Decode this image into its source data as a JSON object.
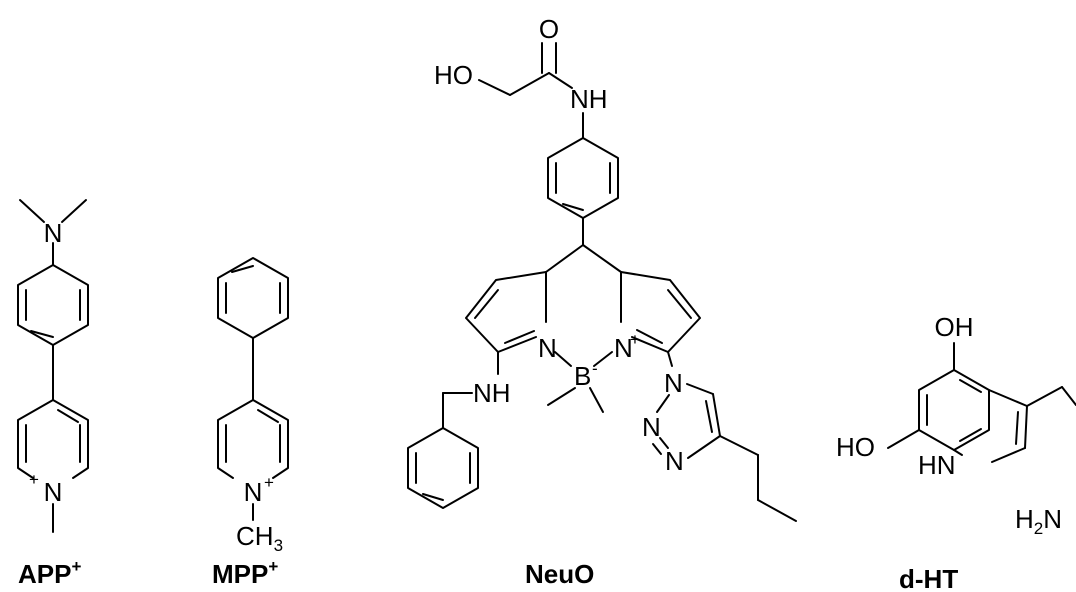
{
  "compounds": {
    "app": {
      "name": "APP",
      "charge": "+",
      "atoms": {
        "n_dimethyl": "N",
        "n_ring": "N",
        "n_ring_charge": "+"
      }
    },
    "mpp": {
      "name": "MPP",
      "charge": "+",
      "atoms": {
        "n_ring": "N",
        "n_ring_charge": "+",
        "methyl": "CH",
        "methyl_sub": "3"
      }
    },
    "neuo": {
      "name": "NeuO",
      "atoms": {
        "carbonyl_o": "O",
        "hydroxyl": "HO",
        "amide_nh": "NH",
        "pyrrole_n_left": "N",
        "pyrrole_n_right": "N",
        "pyrrole_n_right_charge": "+",
        "boron": "B",
        "boron_charge": "-",
        "amine_nh": "NH",
        "triazole_n1": "N",
        "triazole_n2": "N",
        "triazole_n3": "N"
      }
    },
    "dht": {
      "name": "d-HT",
      "atoms": {
        "hydroxyl_top": "OH",
        "hydroxyl_left": "HO",
        "indole_nh": "HN",
        "amine_h": "H",
        "amine_sub": "2",
        "amine_n": "N"
      }
    }
  }
}
